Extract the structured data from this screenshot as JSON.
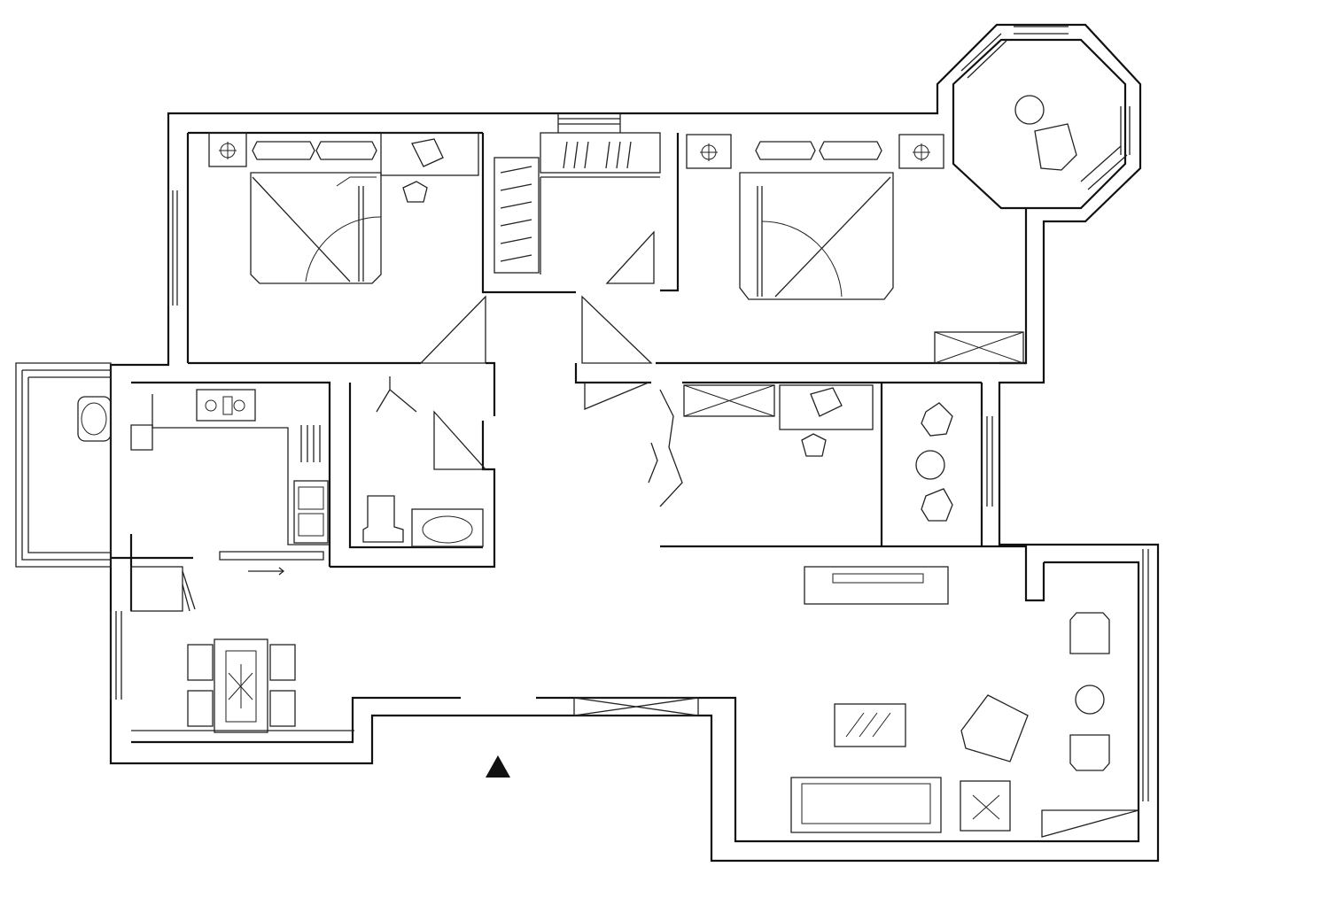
{
  "plan": {
    "type": "apartment-floor-plan",
    "labels_printed": false,
    "rooms": [
      "bedroom-left",
      "closet",
      "bedroom-right",
      "octagonal-bay",
      "kitchen",
      "bathroom",
      "study",
      "side-room",
      "dining",
      "living-room",
      "balcony-left"
    ],
    "colors": {
      "line": "#111111",
      "background": "#ffffff"
    }
  }
}
